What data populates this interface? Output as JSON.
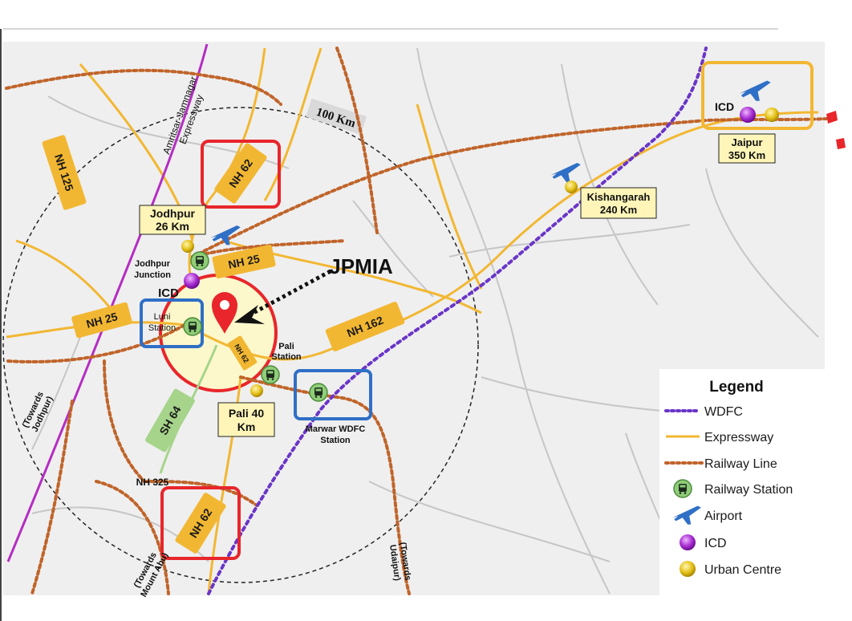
{
  "project": {
    "name": "JPMIA"
  },
  "radius_label": "100 Km",
  "highways": {
    "nh125": "NH 125",
    "nh62_top": "NH 62",
    "nh25_right": "NH 25",
    "nh25_left": "NH 25",
    "nh162": "NH 162",
    "nh62_small": "NH 62",
    "sh64": "SH 64",
    "nh325": "NH 325",
    "nh62_bottom": "NH 62"
  },
  "expressway_name": [
    "Amritsar-Jamnagar",
    "Expressway"
  ],
  "places": {
    "jodhpur_line1": "Jodhpur",
    "jodhpur_line2": "26 Km",
    "jodhpur_junction_line1": "Jodhpur",
    "jodhpur_junction_line2": "Junction",
    "icd_left": "ICD",
    "luni_line1": "Luni",
    "luni_line2": "Station",
    "pali_station_line1": "Pali",
    "pali_station_line2": "Station",
    "pali_line1": "Pali 40",
    "pali_line2": "Km",
    "marwar_line1": "Marwar WDFC",
    "marwar_line2": "Station",
    "kishangarh_line1": "Kishangarah",
    "kishangarh_line2": "240 Km",
    "jaipur_line1": "Jaipur",
    "jaipur_line2": "350 Km",
    "icd_right": "ICD"
  },
  "directions": {
    "jodhpur": [
      "(Towards",
      "Jodhpur)"
    ],
    "mount_abu": [
      "(Towards",
      "Mount Abu)"
    ],
    "udaipur": [
      "(Towards",
      "Udaipur)"
    ]
  },
  "legend": {
    "title": "Legend",
    "items": [
      {
        "label": "WDFC",
        "icon": "wdfc-line-icon"
      },
      {
        "label": "Expressway",
        "icon": "expressway-line-icon"
      },
      {
        "label": "Railway Line",
        "icon": "railway-line-icon"
      },
      {
        "label": "Railway Station",
        "icon": "railway-station-icon"
      },
      {
        "label": "Airport",
        "icon": "airport-icon"
      },
      {
        "label": "ICD",
        "icon": "icd-icon"
      },
      {
        "label": "Urban Centre",
        "icon": "urban-centre-icon"
      }
    ]
  },
  "colors": {
    "expressway": "#f2b732",
    "railway": "#c0642a",
    "wdfc": "#6a35c8",
    "highlight_red": "#e8262b",
    "highlight_blue": "#2f6fc6",
    "highlight_orange": "#f2b732",
    "shield": "#f2b732",
    "state_highway": "#a6d48a",
    "airport": "#2f6fc6",
    "icd": "#a82fd2",
    "urban": "#e6c21c",
    "station": "#5a9c4a"
  }
}
